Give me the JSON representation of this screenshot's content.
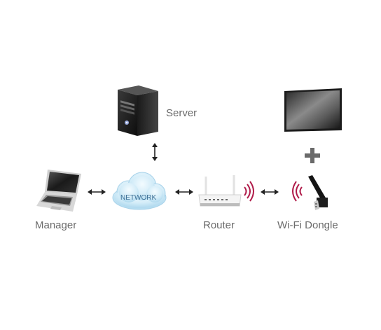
{
  "diagram": {
    "nodes": {
      "server": {
        "label": "Server",
        "icon": "server-tower-icon"
      },
      "manager": {
        "label": "Manager",
        "icon": "laptop-icon"
      },
      "network": {
        "label": "NETWORK",
        "icon": "cloud-icon"
      },
      "router": {
        "label": "Router",
        "icon": "wifi-router-icon"
      },
      "dongle": {
        "label": "Wi-Fi Dongle",
        "icon": "usb-wifi-dongle-icon"
      },
      "display": {
        "label": "",
        "icon": "flat-panel-display-icon"
      }
    },
    "connectors": [
      {
        "from": "server",
        "to": "network",
        "style": "double-arrow"
      },
      {
        "from": "manager",
        "to": "network",
        "style": "double-arrow"
      },
      {
        "from": "network",
        "to": "router",
        "style": "double-arrow"
      },
      {
        "from": "router",
        "to": "dongle",
        "style": "double-arrow"
      },
      {
        "from": "display",
        "to": "dongle",
        "style": "plus"
      }
    ],
    "colors": {
      "label": "#6b6b6b",
      "signal_waves": "#b01c4a",
      "cloud": "#bfe3f4",
      "arrow": "#222222",
      "plus": "#6a6a6a"
    }
  }
}
